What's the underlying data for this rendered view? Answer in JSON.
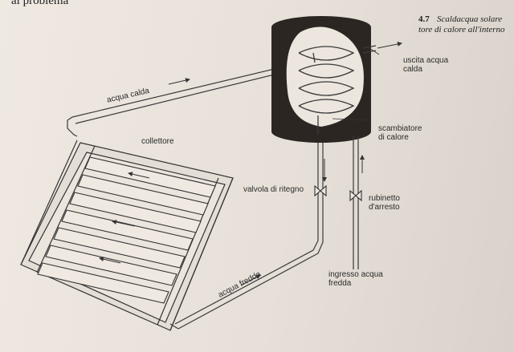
{
  "header_fragment": "al problema",
  "caption": {
    "number": "4.7",
    "line1": "Scaldacqua solare",
    "line2": "tore di calore all'interno"
  },
  "labels": {
    "hot_water": "acqua calda",
    "collector": "collettore",
    "check_valve": "valvola di ritegno",
    "cold_water": "acqua fredda",
    "hot_water_outlet_1": "uscita acqua",
    "hot_water_outlet_2": "calda",
    "heat_exchanger_1": "scambiatore",
    "heat_exchanger_2": "di calore",
    "stop_tap_1": "rubinetto",
    "stop_tap_2": "d'arresto",
    "cold_inlet_1": "ingresso acqua",
    "cold_inlet_2": "fredda"
  },
  "colors": {
    "tank": "#2c2623",
    "tank_inner": "#ece6de",
    "pipe": "#3a3a3a",
    "text": "#2a2a2a"
  }
}
